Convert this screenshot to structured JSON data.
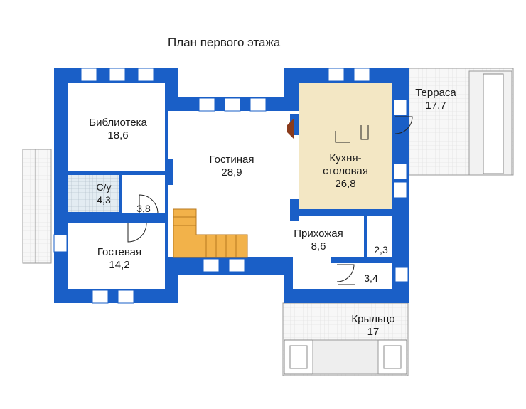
{
  "title": "План первого этажа",
  "colors": {
    "wall": "#1a5fc7",
    "floor": "#ffffff",
    "kitchen": "#f3e7c4",
    "stairs": "#f2b24a",
    "tile": "#dde7ee",
    "outdoor": "#f4f4f4"
  },
  "rooms": {
    "library": {
      "name": "Библиотека",
      "area": "18,6"
    },
    "wc": {
      "name": "С/у",
      "area": "4,3"
    },
    "closet": {
      "area": "3,8"
    },
    "guest": {
      "name": "Гостевая",
      "area": "14,2"
    },
    "living": {
      "name": "Гостиная",
      "area": "28,9"
    },
    "kitchen": {
      "name_line1": "Кухня-",
      "name_line2": "столовая",
      "area": "26,8"
    },
    "terrace": {
      "name": "Терраса",
      "area": "17,7"
    },
    "hall": {
      "name": "Прихожая",
      "area": "8,6"
    },
    "storage": {
      "area": "2,3"
    },
    "vestibule": {
      "area": "3,4"
    },
    "porch": {
      "name": "Крыльцо",
      "area": "17"
    }
  }
}
